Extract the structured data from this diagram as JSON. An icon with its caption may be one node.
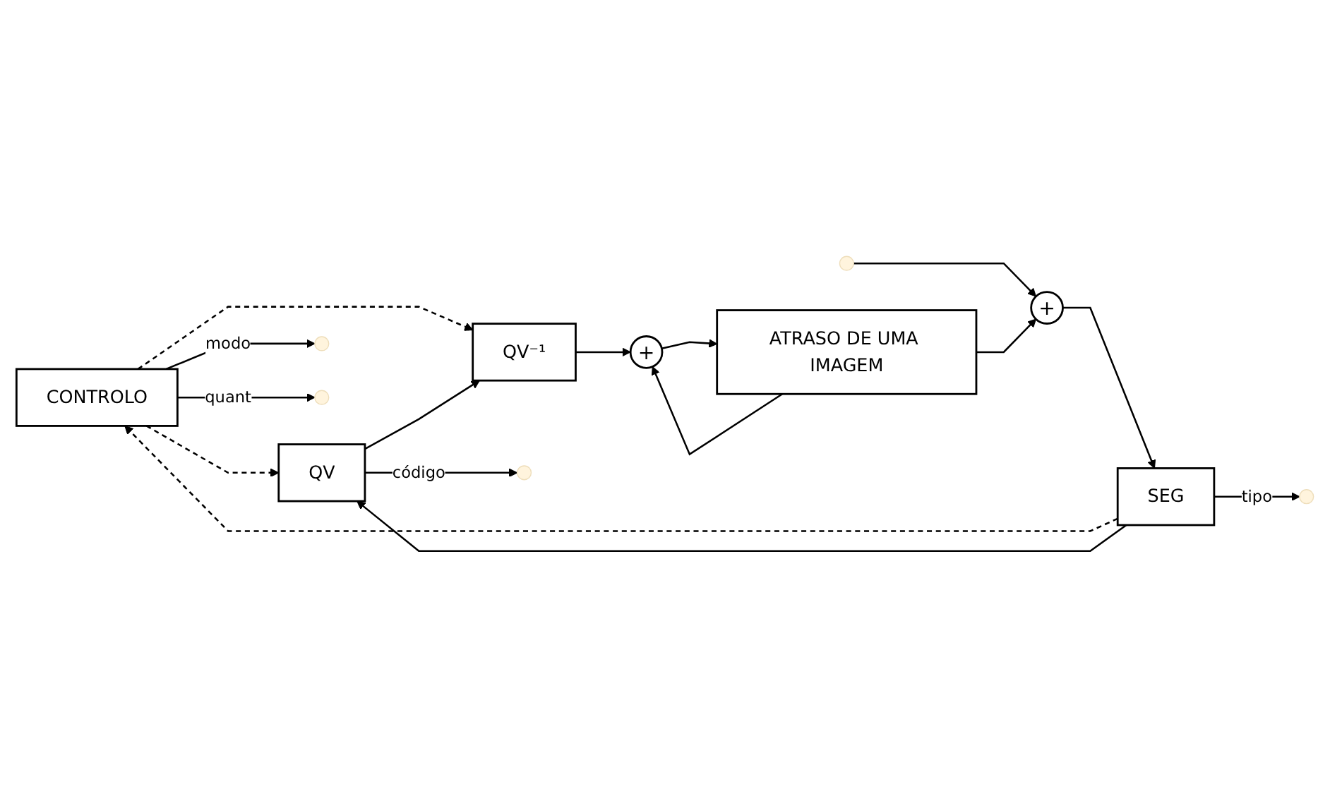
{
  "diagram": {
    "nodes": [
      {
        "text": [
          "CONTROLO"
        ]
      },
      {
        "text": [
          "+"
        ]
      },
      {
        "text": [
          "SEG"
        ]
      },
      {
        "text": [
          "QV"
        ]
      },
      {
        "text": [
          "QV⁻¹"
        ]
      },
      {
        "text": [
          "ATRASO DE UMA IMAGEM"
        ]
      },
      {
        "text": [
          "+"
        ]
      }
    ],
    "edges": [
      {
        "from": null,
        "to": 1,
        "arrow": "to"
      },
      {
        "from": 1,
        "to": 2,
        "arrow": "to"
      },
      {
        "from": 2,
        "to": 0,
        "arrow": "to",
        "style": "dashed"
      },
      {
        "from": 2,
        "to": 3,
        "arrow": "to"
      },
      {
        "from": 0,
        "to": 3,
        "arrow": "to",
        "style": "dashed"
      },
      {
        "from": 0,
        "to": 4,
        "arrow": "to",
        "style": "dashed"
      },
      {
        "from": 3,
        "to": 4,
        "arrow": "to"
      },
      {
        "from": 0,
        "to": null,
        "arrow": "to",
        "label": "modo"
      },
      {
        "from": 0,
        "to": null,
        "arrow": "to",
        "label": "quant"
      },
      {
        "from": 2,
        "to": null,
        "arrow": "to",
        "label": "tipo"
      },
      {
        "from": 3,
        "to": null,
        "arrow": "to",
        "label": "código"
      },
      {
        "from": 4,
        "to": 6,
        "arrow": "to"
      },
      {
        "from": 6,
        "to": 5,
        "arrow": "to"
      },
      {
        "from": 5,
        "to": 1,
        "arrow": "to"
      },
      {
        "from": 5,
        "to": 6,
        "arrow": "to"
      }
    ]
  }
}
